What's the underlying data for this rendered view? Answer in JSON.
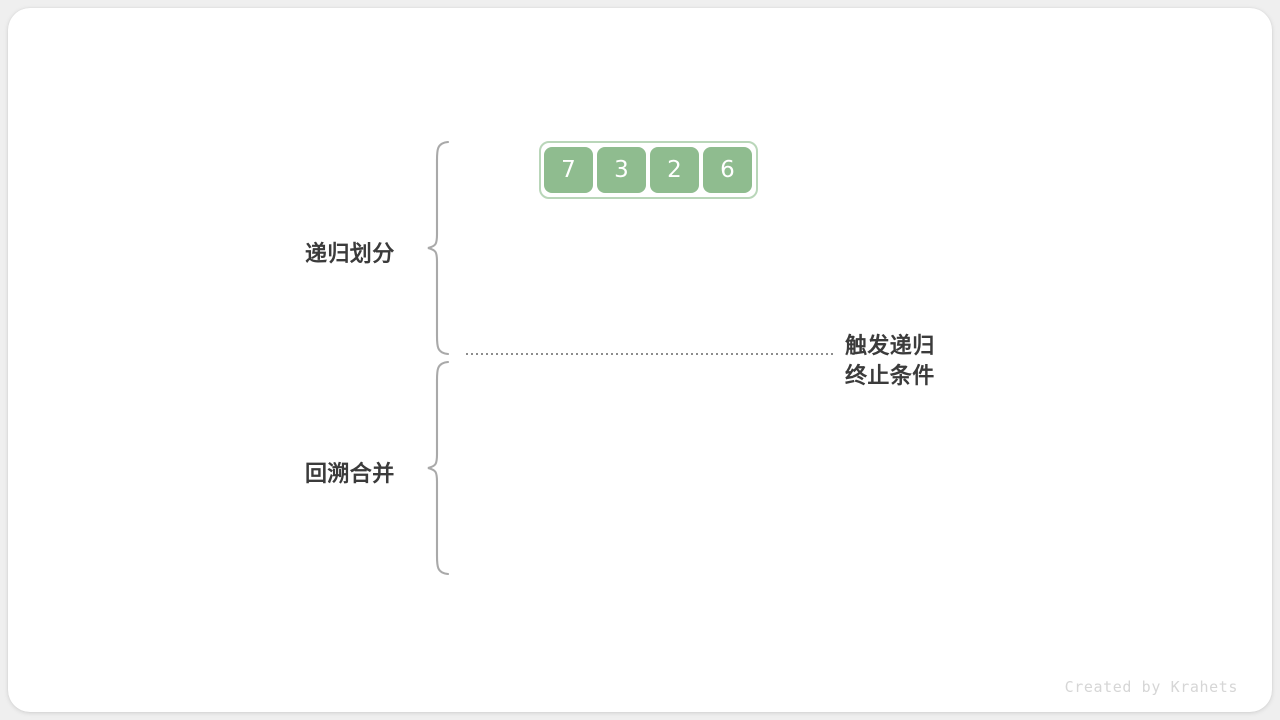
{
  "figure": {
    "title_text": "",
    "background_color": "#efefef",
    "card_color": "#ffffff"
  },
  "array": {
    "name": "input-array",
    "container_border_color": "#b9d6b9",
    "cell_color": "#8fbc8f",
    "cell_text_color": "#ffffff",
    "values": [
      "7",
      "3",
      "2",
      "6"
    ]
  },
  "sections": [
    {
      "id": "divide",
      "label": "递归划分",
      "brace_color": "#a9a9a9"
    },
    {
      "id": "merge",
      "label": "回溯合并",
      "brace_color": "#a9a9a9"
    }
  ],
  "divider": {
    "name": "recursion-boundary",
    "style": "dotted",
    "color": "#8c8c8c"
  },
  "annotation": {
    "line1": "触发递归",
    "line2": "终止条件",
    "color": "#3b3b3b"
  },
  "watermark": {
    "text": "Created by Krahets",
    "color": "#d6d6d6"
  }
}
